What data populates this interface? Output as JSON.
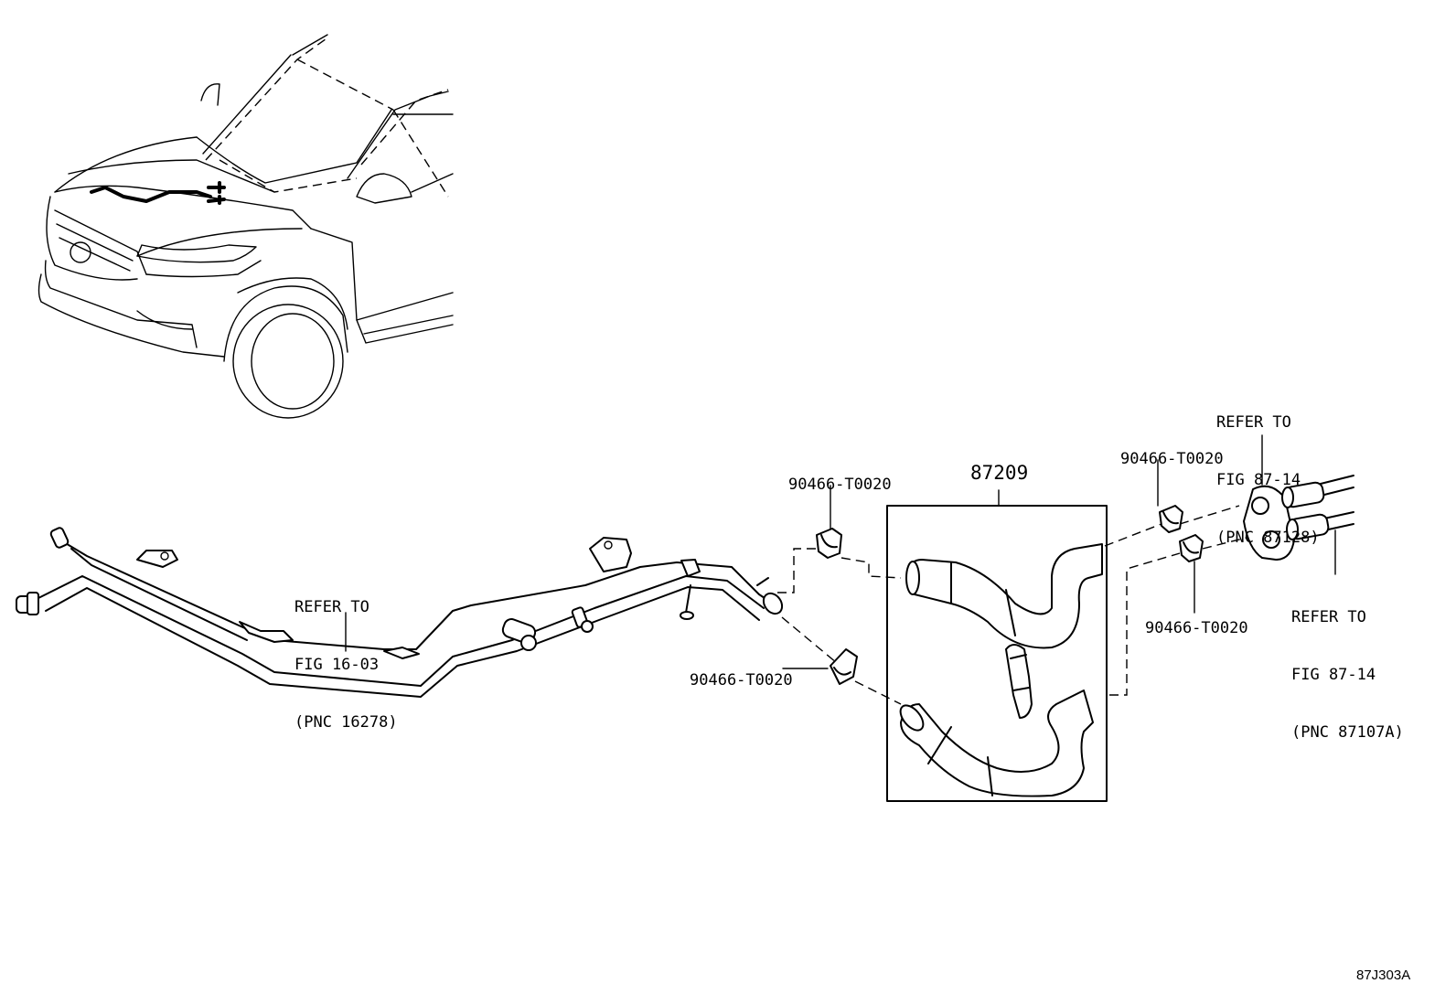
{
  "labels": {
    "refer_16_03": {
      "line1": "REFER TO",
      "line2": "FIG 16-03",
      "line3": "(PNC 16278)"
    },
    "refer_87128": {
      "line1": "REFER TO",
      "line2": "FIG 87-14",
      "line3": "(PNC 87128)"
    },
    "refer_87107a": {
      "line1": "REFER TO",
      "line2": "FIG 87-14",
      "line3": "(PNC 87107A)"
    },
    "part_main": "87209",
    "clamp_a": "90466-T0020",
    "clamp_b": "90466-T0020",
    "clamp_c": "90466-T0020",
    "clamp_d": "90466-T0020",
    "figure_id": "87J303A"
  }
}
